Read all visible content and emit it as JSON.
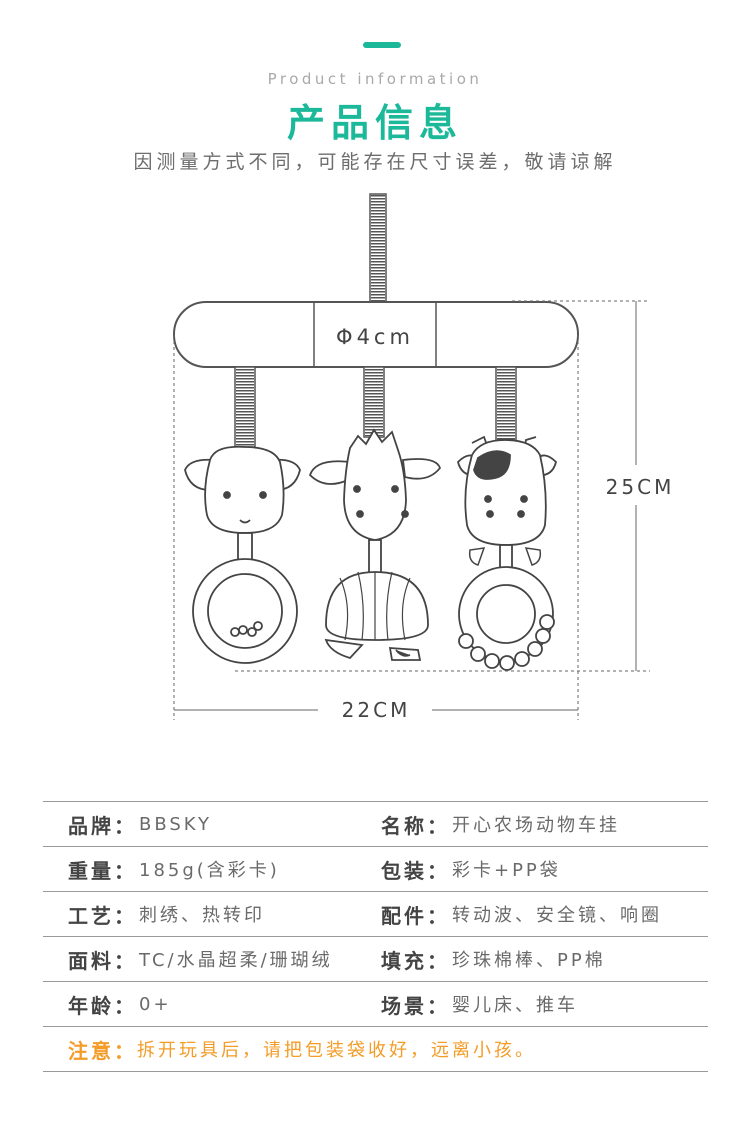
{
  "header": {
    "subtitle_en": "Product information",
    "title_cn": "产品信息",
    "note": "因测量方式不同，可能存在尺寸误差，敬请谅解"
  },
  "illustration": {
    "diameter_label": "Φ4cm",
    "height_label": "25CM",
    "width_label": "22CM",
    "line_color": "#555555",
    "dash_color": "#666666"
  },
  "specs": [
    {
      "left_label": "品牌：",
      "left_value": "BBSKY",
      "right_label": "名称：",
      "right_value": "开心农场动物车挂"
    },
    {
      "left_label": "重量：",
      "left_value": "185g(含彩卡)",
      "right_label": "包装：",
      "right_value": "彩卡+PP袋"
    },
    {
      "left_label": "工艺：",
      "left_value": "刺绣、热转印",
      "right_label": "配件：",
      "right_value": "转动波、安全镜、响圈"
    },
    {
      "left_label": "面料：",
      "left_value": "TC/水晶超柔/珊瑚绒",
      "right_label": "填充：",
      "right_value": "珍珠棉棒、PP棉"
    },
    {
      "left_label": "年龄：",
      "left_value": "0+",
      "right_label": "场景：",
      "right_value": "婴儿床、推车"
    }
  ],
  "warning": {
    "label": "注意：",
    "text": "拆开玩具后，请把包装袋收好，远离小孩。"
  },
  "colors": {
    "accent": "#1bb99a",
    "warning": "#f39c27"
  }
}
